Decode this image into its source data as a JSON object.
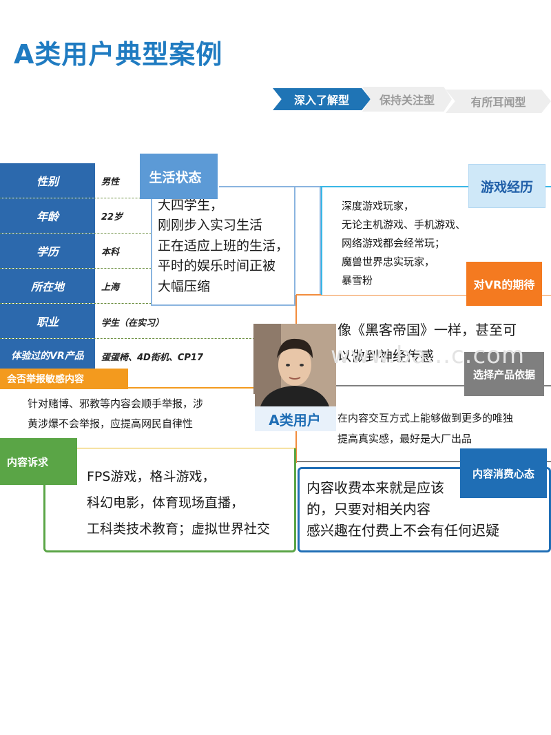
{
  "title": "A类用户典型案例",
  "stages": [
    {
      "label": "深入了解型"
    },
    {
      "label": "保持关注型"
    },
    {
      "label": "有所耳闻型"
    }
  ],
  "profile": [
    {
      "label": "性别",
      "value": "男性"
    },
    {
      "label": "年龄",
      "value": "22岁"
    },
    {
      "label": "学历",
      "value": "本科"
    },
    {
      "label": "所在地",
      "value": "上海"
    },
    {
      "label": "职业",
      "value": "学生（在实习）"
    },
    {
      "label": "体验过的VR产品",
      "value": "蛋蛋椅、4D街机、CP17"
    }
  ],
  "life": {
    "heading": "生活状态",
    "lines": [
      "大四学生，",
      "刚刚步入实习生活",
      "正在适应上班的生活，",
      "平时的娱乐时间正被",
      "大幅压缩"
    ]
  },
  "game": {
    "heading": "游戏经历",
    "lines": [
      "深度游戏玩家，",
      "无论主机游戏、手机游戏、",
      "网络游戏都会经常玩；",
      "魔兽世界忠实玩家，",
      "暴雪粉"
    ]
  },
  "vr_expect": {
    "heading": "对VR的期待",
    "lines": [
      "像《黑客帝国》一样，甚至可",
      "以做到神经传感"
    ]
  },
  "product_basis": {
    "heading": "选择产品依据",
    "lines": [
      "在内容交互方式上能够做到更多的唯独",
      "提高真实感，最好是大厂出品"
    ]
  },
  "report": {
    "heading": "会否举报敏感内容",
    "lines": [
      "针对赌博、邪教等内容会顺手举报，涉",
      "黄涉爆不会举报，应提高网民自律性"
    ]
  },
  "content_demand": {
    "heading": "内容诉求",
    "lines": [
      "FPS游戏，格斗游戏，",
      "科幻电影，体育现场直播，",
      "工科类技术教育；虚拟世界社交"
    ]
  },
  "consume": {
    "heading": "内容消费心态",
    "lines": [
      "内容收费本来就是应该",
      "的，只要对相关内容",
      "感兴趣在付费上不会有任何迟疑"
    ]
  },
  "persona_label": "A类用户",
  "watermark": "www.ba...c.com",
  "colors": {
    "title_blue": "#1f7bc1",
    "profile_blue": "#2c69ad",
    "orange": "#ff6a00",
    "light_blue_tag": "#cfe8f8",
    "green": "#5aa546",
    "gray_tag": "#7f7f7f",
    "dark_blue_tag": "#1f6eb5"
  }
}
